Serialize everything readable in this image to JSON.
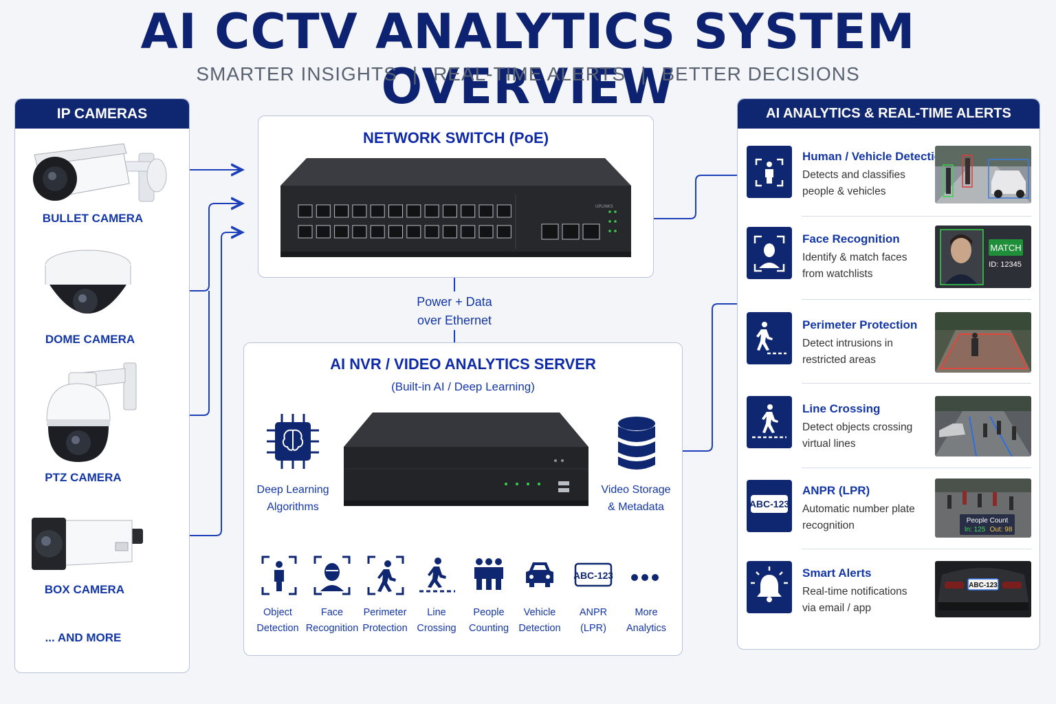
{
  "title": "AI CCTV ANALYTICS SYSTEM OVERVIEW",
  "subtitle": {
    "part1": "SMARTER INSIGHTS",
    "part2": "REAL-TIME ALERTS",
    "part3": "BETTER DECISIONS",
    "separator": "|"
  },
  "cameras": {
    "header": "IP CAMERAS",
    "items": [
      {
        "label": "BULLET CAMERA",
        "icon": "bullet-camera-icon"
      },
      {
        "label": "DOME CAMERA",
        "icon": "dome-camera-icon"
      },
      {
        "label": "PTZ CAMERA",
        "icon": "ptz-camera-icon"
      },
      {
        "label": "BOX CAMERA",
        "icon": "box-camera-icon"
      }
    ],
    "more": "... AND MORE"
  },
  "switch": {
    "title": "NETWORK SWITCH (PoE)",
    "uplinks": "UPLINKS",
    "connector": {
      "line1": "Power + Data",
      "line2": "over Ethernet"
    }
  },
  "nvr": {
    "title": "AI NVR / VIDEO ANALYTICS SERVER",
    "subtitle": "(Built-in AI / Deep Learning)",
    "left_label": {
      "line1": "Deep Learning",
      "line2": "Algorithms"
    },
    "right_label": {
      "line1": "Video Storage",
      "line2": "& Metadata"
    },
    "features": [
      {
        "line1": "Object",
        "line2": "Detection",
        "icon": "object-detection-icon"
      },
      {
        "line1": "Face",
        "line2": "Recognition",
        "icon": "face-recognition-icon"
      },
      {
        "line1": "Perimeter",
        "line2": "Protection",
        "icon": "perimeter-icon"
      },
      {
        "line1": "Line",
        "line2": "Crossing",
        "icon": "line-crossing-icon"
      },
      {
        "line1": "People",
        "line2": "Counting",
        "icon": "people-counting-icon"
      },
      {
        "line1": "Vehicle",
        "line2": "Detection",
        "icon": "vehicle-icon"
      },
      {
        "line1": "ANPR",
        "line2": "(LPR)",
        "icon": "plate-icon",
        "plate": "ABC-123"
      },
      {
        "line1": "More",
        "line2": "Analytics",
        "icon": "more-icon"
      }
    ]
  },
  "analytics": {
    "header": "AI ANALYTICS & REAL-TIME ALERTS",
    "items": [
      {
        "title": "Human / Vehicle Detection",
        "desc1": "Detects and classifies",
        "desc2": "people & vehicles",
        "icon": "human-detection-icon"
      },
      {
        "title": "Face Recognition",
        "desc1": "Identify & match faces",
        "desc2": "from watchlists",
        "icon": "face-scan-icon",
        "match": "MATCH",
        "id": "ID: 12345"
      },
      {
        "title": "Perimeter Protection",
        "desc1": "Detect intrusions in",
        "desc2": "restricted areas",
        "icon": "perimeter-walker-icon"
      },
      {
        "title": "Line Crossing",
        "desc1": "Detect objects crossing",
        "desc2": "virtual lines",
        "icon": "line-walker-icon"
      },
      {
        "title": "ANPR (LPR)",
        "desc1": "Automatic number plate",
        "desc2": "recognition",
        "icon": "plate-icon",
        "plate": "ABC-123",
        "count_title": "People Count",
        "count_in": "In: 125",
        "count_out": "Out: 98"
      },
      {
        "title": "Smart Alerts",
        "desc1": "Real-time notifications",
        "desc2": "via email / app",
        "icon": "bell-icon",
        "plate": "ABC-123"
      }
    ]
  },
  "colors": {
    "navy": "#0f2670",
    "blue": "#1336a6",
    "line": "#1a3fb8"
  }
}
